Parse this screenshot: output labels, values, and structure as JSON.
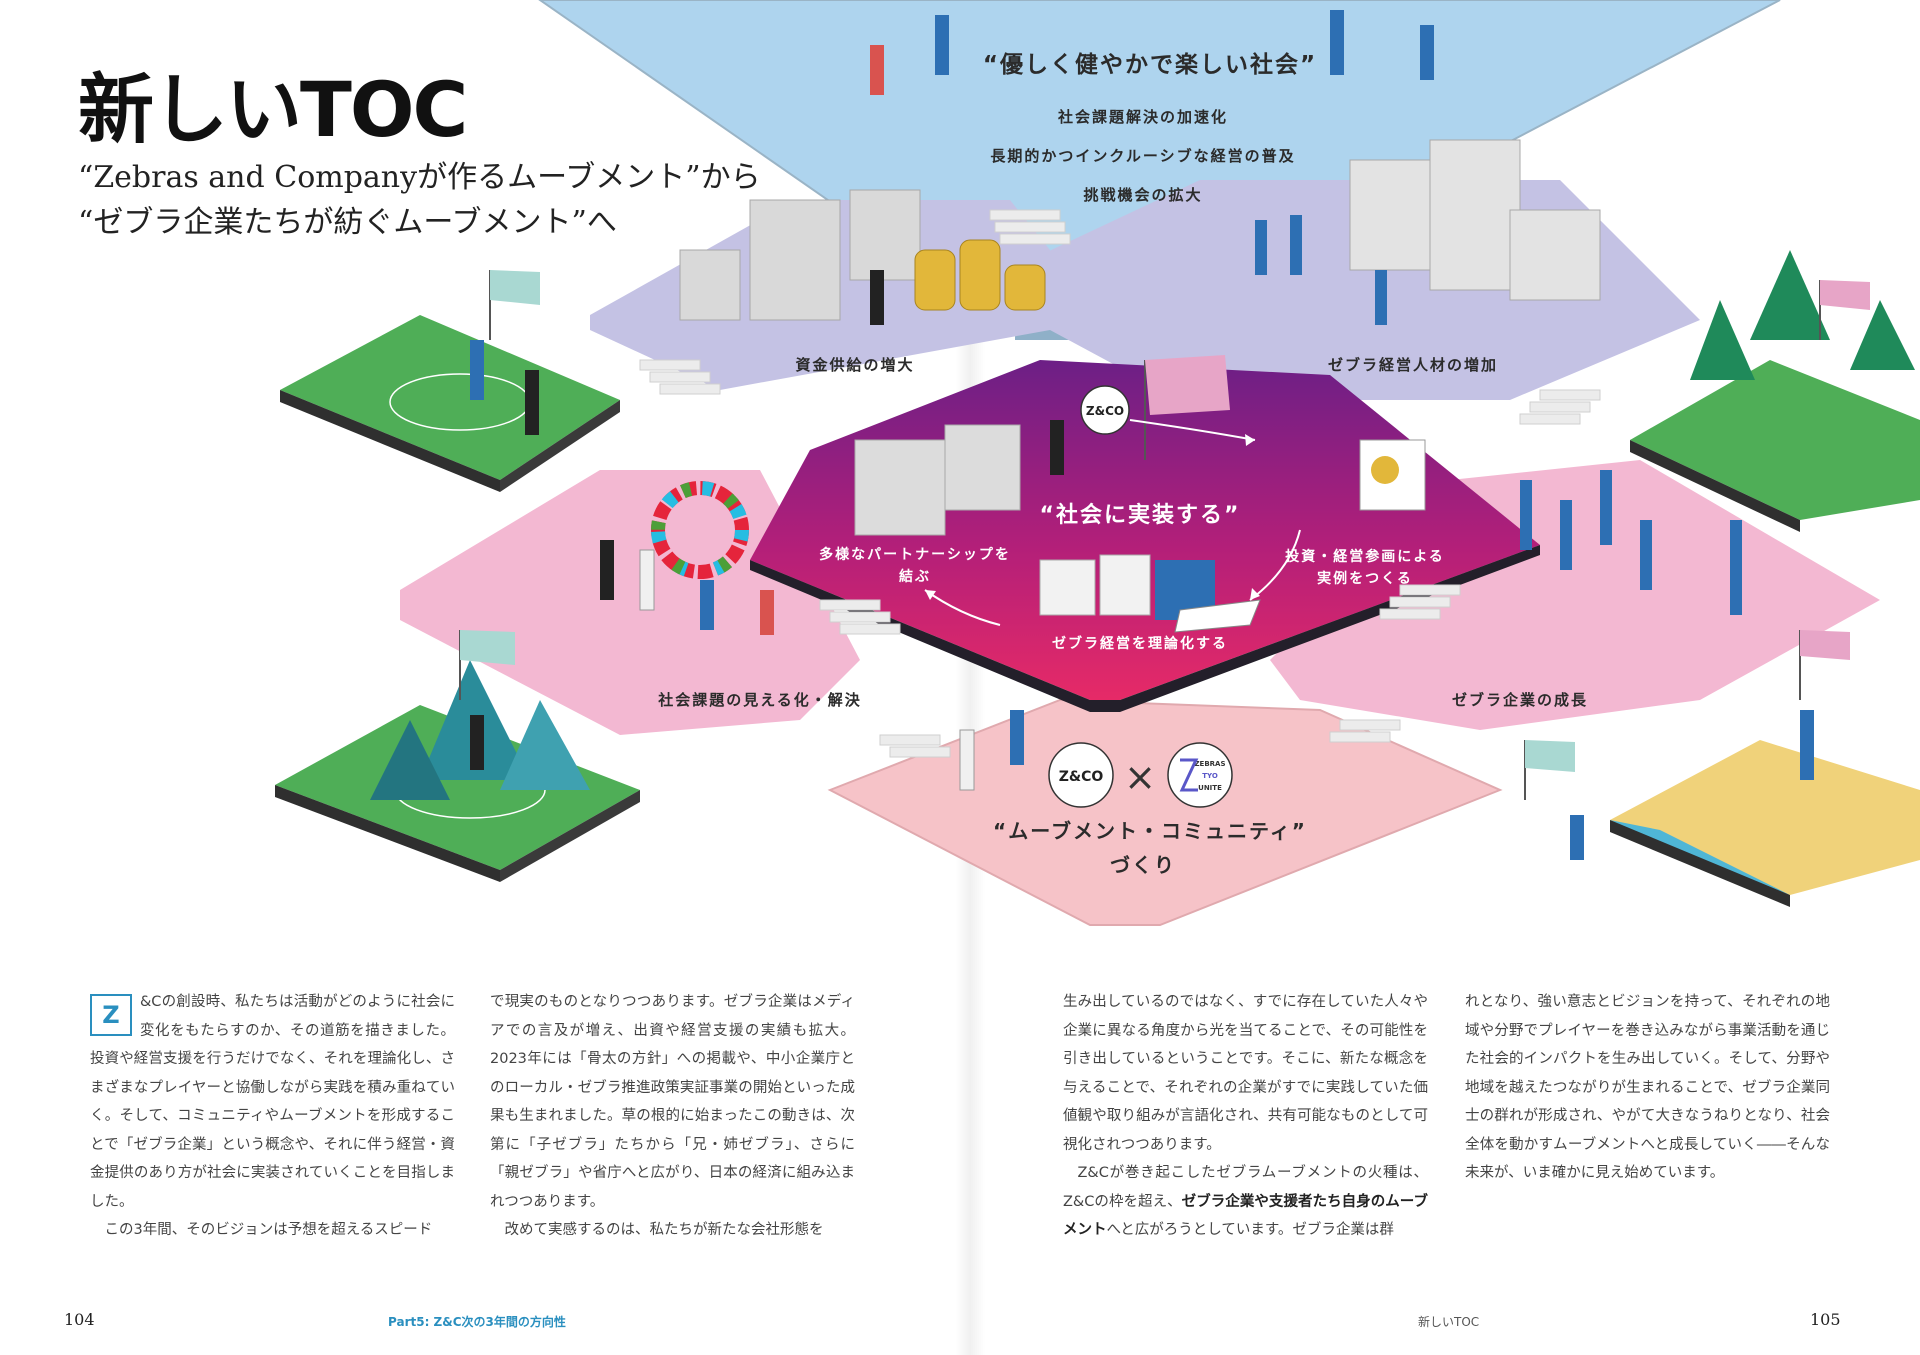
{
  "title": "新しいTOC",
  "subtitle_line1": "“Zebras and Companyが作るムーブメント”から",
  "subtitle_line2": "“ゼブラ企業たちが紡ぐムーブメント”へ",
  "illustration": {
    "top_platform": {
      "heading": "“優しく健やかで楽しい社会”",
      "items": [
        "社会課題解決の加速化",
        "長期的かつインクルーシブな経営の普及",
        "挑戦機会の拡大"
      ]
    },
    "left_upper_label": "資金供給の増大",
    "right_upper_label": "ゼブラ経営人材の増加",
    "center": {
      "heading": "“社会に実装する”",
      "left": [
        "多様なパートナーシップを",
        "結ぶ"
      ],
      "right": [
        "投資・経営参画による",
        "実例をつくる"
      ],
      "bottom": "ゼブラ経営を理論化する",
      "logo_text": "Z&CO"
    },
    "left_lower_label": "社会課題の見える化・解決",
    "right_lower_label": "ゼブラ企業の成長",
    "bottom_platform": {
      "heading": "“ムーブメント・コミュニティ”",
      "heading2": "づくり",
      "logo_left": "Z&CO",
      "cross": "×",
      "logo_right_lines": [
        "ZEBRAS",
        "TYO",
        "UNITE"
      ]
    },
    "colors": {
      "top": "#aed4ee",
      "upper": "#c4c2e4",
      "center_top": "#7b1e8a",
      "center_bottom": "#e0266e",
      "lower": "#f3b8d2",
      "bottom": "#f6c3c8",
      "grass": "#4fae57",
      "water": "#4fb6d6"
    }
  },
  "body": {
    "dropcap": "Z",
    "col1_p1": "&Cの創設時、私たちは活動がどのように社会に変化をもたらすのか、その道筋を描きました。投資や経営支援を行うだけでなく、それを理論化し、さまざまなプレイヤーと協働しながら実践を積み重ねていく。そして、コミュニティやムーブメントを形成することで「ゼブラ企業」という概念や、それに伴う経営・資金提供のあり方が社会に実装されていくことを目指しました。",
    "col1_p2": "この3年間、そのビジョンは予想を超えるスピード",
    "col2_p1": "で現実のものとなりつつあります。ゼブラ企業はメディアでの言及が増え、出資や経営支援の実績も拡大。2023年には「骨太の方針」への掲載や、中小企業庁とのローカル・ゼブラ推進政策実証事業の開始といった成果も生まれました。草の根的に始まったこの動きは、次第に「子ゼブラ」たちから「兄・姉ゼブラ」、さらに「親ゼブラ」や省庁へと広がり、日本の経済に組み込まれつつあります。",
    "col2_p2": "改めて実感するのは、私たちが新たな会社形態を",
    "col3_p1": "生み出しているのではなく、すでに存在していた人々や企業に異なる角度から光を当てることで、その可能性を引き出しているということです。そこに、新たな概念を与えることで、それぞれの企業がすでに実践していた価値観や取り組みが言語化され、共有可能なものとして可視化されつつあります。",
    "col3_p2_a": "Z&Cが巻き起こしたゼブラムーブメントの火種は、Z&Cの枠を超え、",
    "col3_p2_bold": "ゼブラ企業や支援者たち自身のムーブメント",
    "col3_p2_b": "へと広がろうとしています。ゼブラ企業は群",
    "col4_p1": "れとなり、強い意志とビジョンを持って、それぞれの地域や分野でプレイヤーを巻き込みながら事業活動を通じた社会的インパクトを生み出していく。そして、分野や地域を越えたつながりが生まれることで、ゼブラ企業同士の群れが形成され、やがて大きなうねりとなり、社会全体を動かすムーブメントへと成長していく――そんな未来が、いま確かに見え始めています。"
  },
  "footer": {
    "page_left": "104",
    "part": "Part5: Z&C次の3年間の方向性",
    "running_head": "新しいTOC",
    "page_right": "105"
  }
}
